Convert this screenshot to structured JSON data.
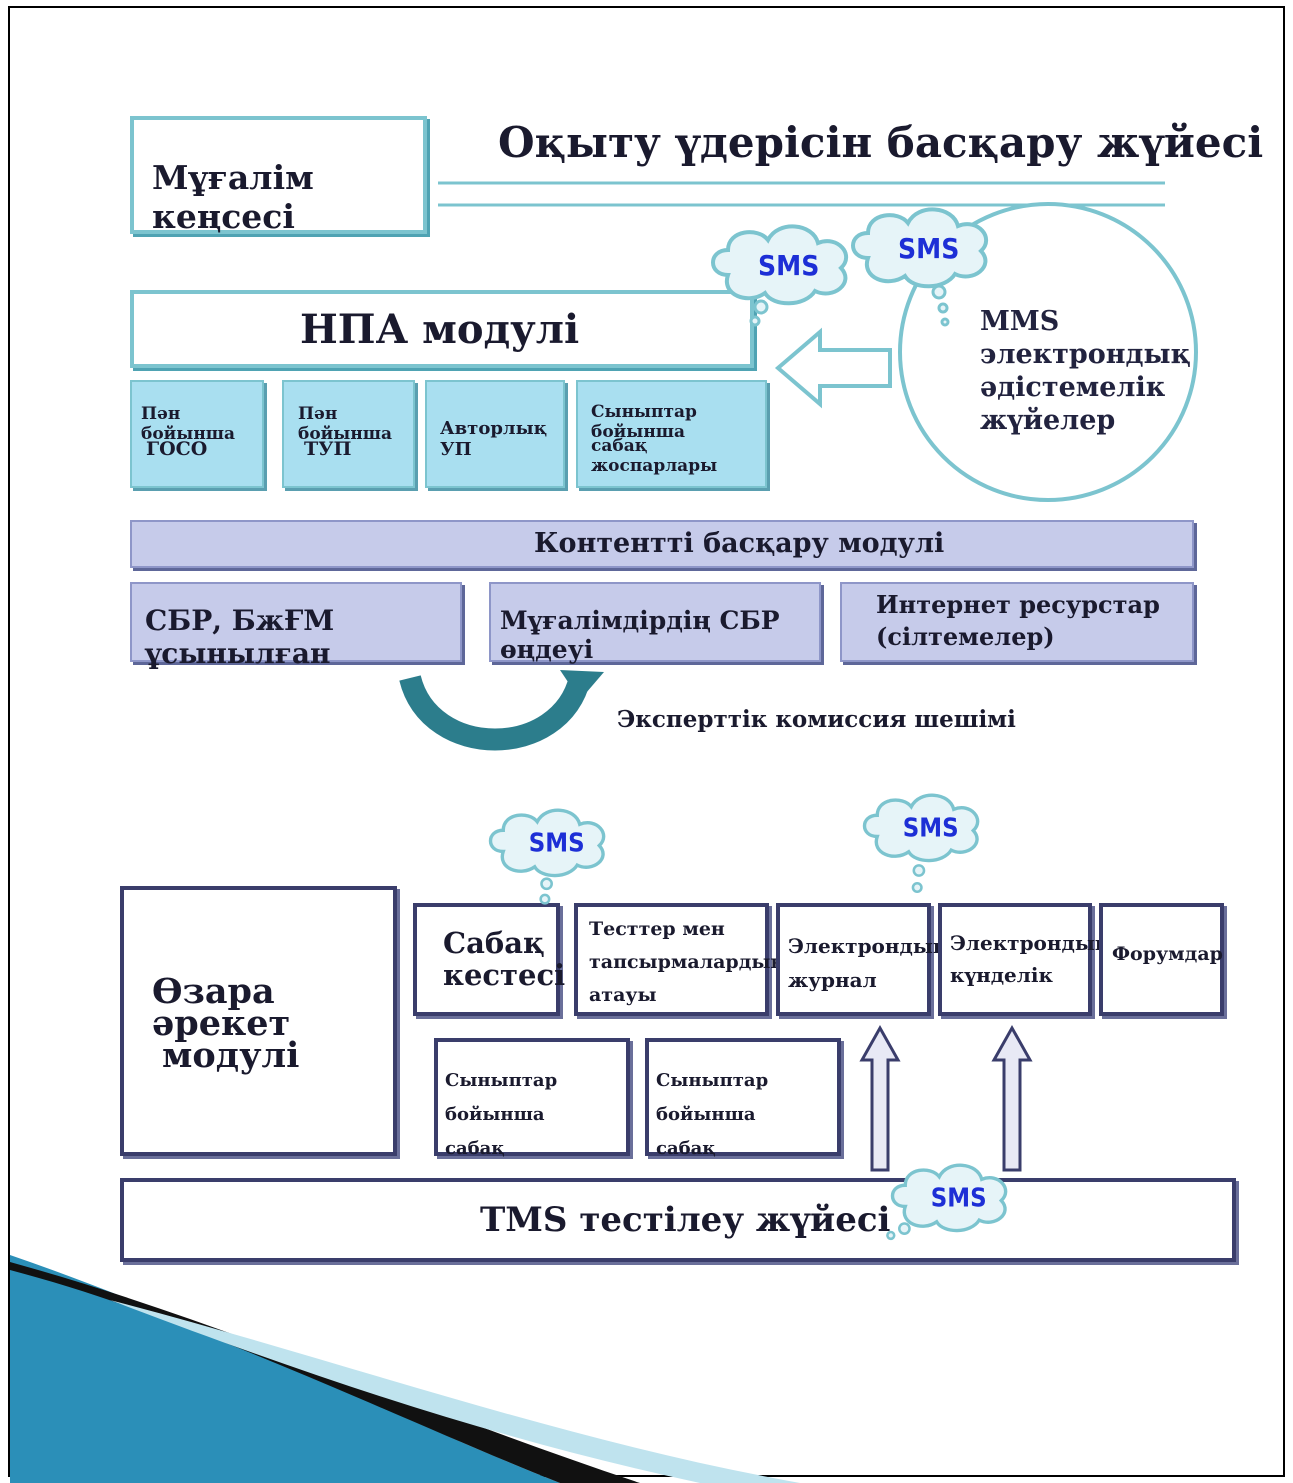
{
  "header": {
    "teacher_office": "Мұғалім кеңсесі",
    "title": "Оқыту үдерісін басқару жүйесі"
  },
  "npa": {
    "title": "НПА модулі",
    "cells": [
      "Пән бойынша ГОСО",
      "Пән бойынша ТУП",
      "Авторлық УП",
      "Сыныптар бойынша сабақ жоспарлары"
    ],
    "cell1_line1": "Пән бойынша",
    "cell1_line2": "ГОСО",
    "cell2_line1": "Пән бойынша",
    "cell2_line2": "ТУП",
    "cell3": "Авторлық УП",
    "cell4_line1": "Сыныптар бойынша",
    "cell4_line2": "сабақ жоспарлары"
  },
  "mms": {
    "line1": "MMS",
    "line2": "электрондық",
    "line3": "әдістемелік",
    "line4": "жүйелер"
  },
  "sms_label": "SMS",
  "content": {
    "title": "Контентті басқару модулі",
    "box1": "СБР, БжҒМ ұсынылған",
    "box2": "Мұғалімдірдің СБР өңдеуі",
    "box3_line1": "Интернет ресурстар",
    "box3_line2": "(сілтемелер)",
    "expert": "Эксперттік комиссия шешімі"
  },
  "interaction": {
    "module_line1": "Өзара әрекет",
    "module_line2": "модулі",
    "schedule_line1": "Сабақ",
    "schedule_line2": "кестесі",
    "tests_line1": "Тесттер мен",
    "tests_line2": "тапсырмалардың",
    "tests_line3": "атауы",
    "ejournal_line1": "Электрондық",
    "ejournal_line2": "журнал",
    "ediary_line1": "Электрондық",
    "ediary_line2": "күнделік",
    "forums": "Форумдар",
    "plans1_line1": "Сыныптар бойынша",
    "plans1_line2": "сабақ жоспарлары",
    "plans2_line1": "Сыныптар бойынша",
    "plans2_line2": "сабақ жоспарлары"
  },
  "tms": {
    "title": "TMS тестілеу жүйесі"
  },
  "colors": {
    "teal": "#7cc4cf",
    "light_blue": "#a9dff0",
    "lavender": "#c6cbea",
    "navy": "#3a3d6b",
    "sms_text": "#1d2fd6"
  }
}
